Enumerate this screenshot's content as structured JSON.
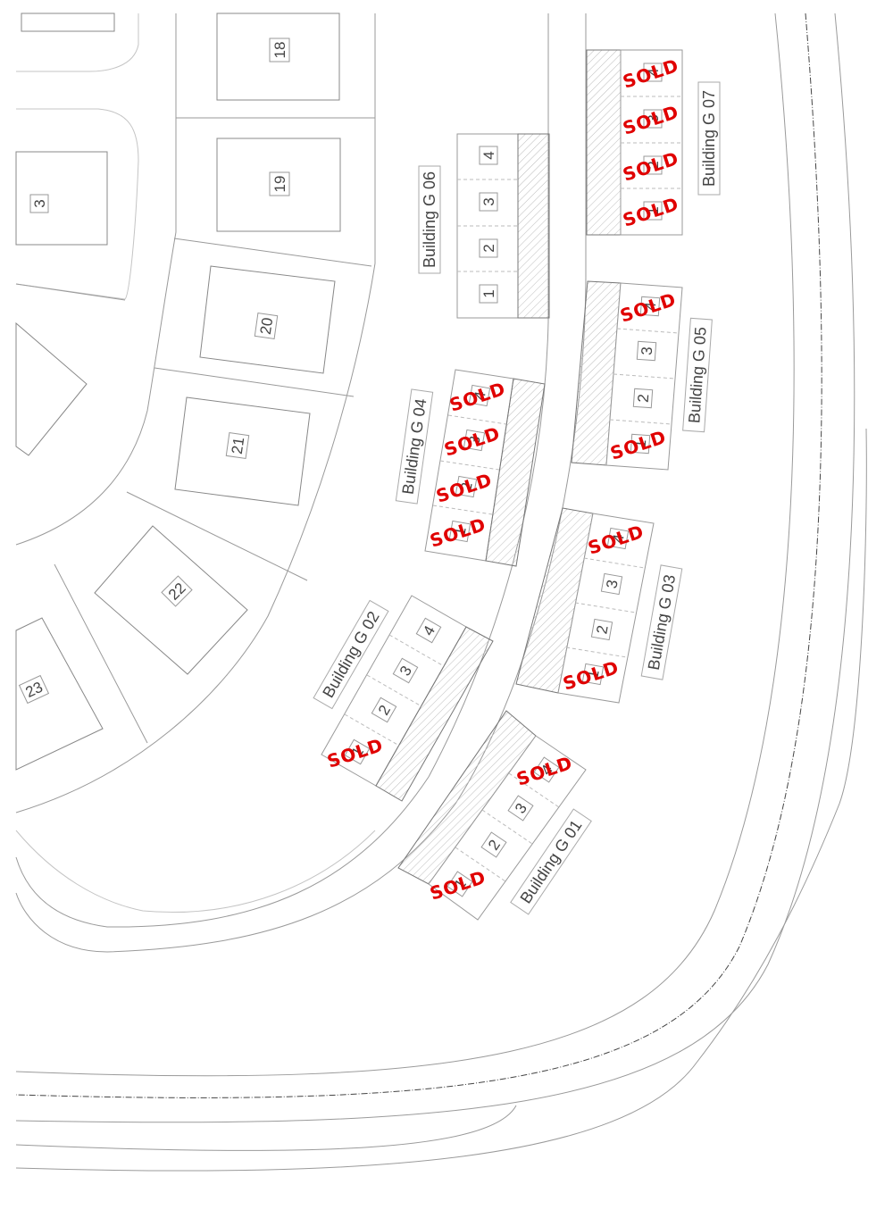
{
  "map": {
    "lots": [
      {
        "id": "lot-18",
        "label": "18"
      },
      {
        "id": "lot-19",
        "label": "19"
      },
      {
        "id": "lot-3",
        "label": "3"
      },
      {
        "id": "lot-20",
        "label": "20"
      },
      {
        "id": "lot-21",
        "label": "21"
      },
      {
        "id": "lot-22",
        "label": "22"
      },
      {
        "id": "lot-23",
        "label": "23"
      }
    ],
    "buildings": [
      {
        "id": "g01",
        "name": "Building G 01",
        "units": [
          {
            "num": "1",
            "sold": true
          },
          {
            "num": "2",
            "sold": false
          },
          {
            "num": "3",
            "sold": false
          },
          {
            "num": "4",
            "sold": true
          }
        ]
      },
      {
        "id": "g02",
        "name": "Building G 02",
        "units": [
          {
            "num": "1",
            "sold": true
          },
          {
            "num": "2",
            "sold": false
          },
          {
            "num": "3",
            "sold": false
          },
          {
            "num": "4",
            "sold": false
          }
        ]
      },
      {
        "id": "g03",
        "name": "Building G 03",
        "units": [
          {
            "num": "1",
            "sold": true
          },
          {
            "num": "2",
            "sold": false
          },
          {
            "num": "3",
            "sold": false
          },
          {
            "num": "4",
            "sold": true
          }
        ]
      },
      {
        "id": "g04",
        "name": "Building G 04",
        "units": [
          {
            "num": "1",
            "sold": true
          },
          {
            "num": "2",
            "sold": true
          },
          {
            "num": "3",
            "sold": true
          },
          {
            "num": "4",
            "sold": true
          }
        ]
      },
      {
        "id": "g05",
        "name": "Building G 05",
        "units": [
          {
            "num": "1",
            "sold": true
          },
          {
            "num": "2",
            "sold": false
          },
          {
            "num": "3",
            "sold": false
          },
          {
            "num": "4",
            "sold": true
          }
        ]
      },
      {
        "id": "g06",
        "name": "Building G 06",
        "units": [
          {
            "num": "1",
            "sold": false
          },
          {
            "num": "2",
            "sold": false
          },
          {
            "num": "3",
            "sold": false
          },
          {
            "num": "4",
            "sold": false
          }
        ]
      },
      {
        "id": "g07",
        "name": "Building G 07",
        "units": [
          {
            "num": "1",
            "sold": true
          },
          {
            "num": "2",
            "sold": true
          },
          {
            "num": "3",
            "sold": true
          },
          {
            "num": "4",
            "sold": true
          }
        ]
      }
    ],
    "sold_label": "SOLD",
    "colors": {
      "sold": "#e00000",
      "line": "#9a9a9a",
      "text": "#444444"
    }
  }
}
